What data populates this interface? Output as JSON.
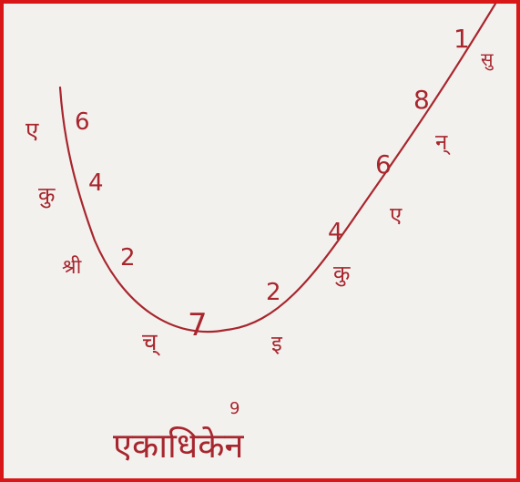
{
  "colors": {
    "ink": "#a8262e",
    "border": "#d81818",
    "paper": "#f3f1ee"
  },
  "title": "एकाधिकेन",
  "title_superscript": "9",
  "numbers": [
    {
      "id": "left-6",
      "text": "6"
    },
    {
      "id": "left-4",
      "text": "4"
    },
    {
      "id": "left-2",
      "text": "2"
    },
    {
      "id": "bottom-7",
      "text": "7"
    },
    {
      "id": "right-2",
      "text": "2"
    },
    {
      "id": "right-4",
      "text": "4"
    },
    {
      "id": "right-6",
      "text": "6"
    },
    {
      "id": "right-8",
      "text": "8"
    },
    {
      "id": "right-1",
      "text": "1"
    }
  ],
  "letters": [
    {
      "id": "left-e",
      "text": "ए"
    },
    {
      "id": "left-ku",
      "text": "कु"
    },
    {
      "id": "left-shri",
      "text": "श्री"
    },
    {
      "id": "bottom-ch",
      "text": "च्"
    },
    {
      "id": "bottom-i",
      "text": "इ"
    },
    {
      "id": "right-ku",
      "text": "कु"
    },
    {
      "id": "right-e",
      "text": "ए"
    },
    {
      "id": "right-nu",
      "text": "न्"
    },
    {
      "id": "right-su",
      "text": "सु"
    }
  ]
}
